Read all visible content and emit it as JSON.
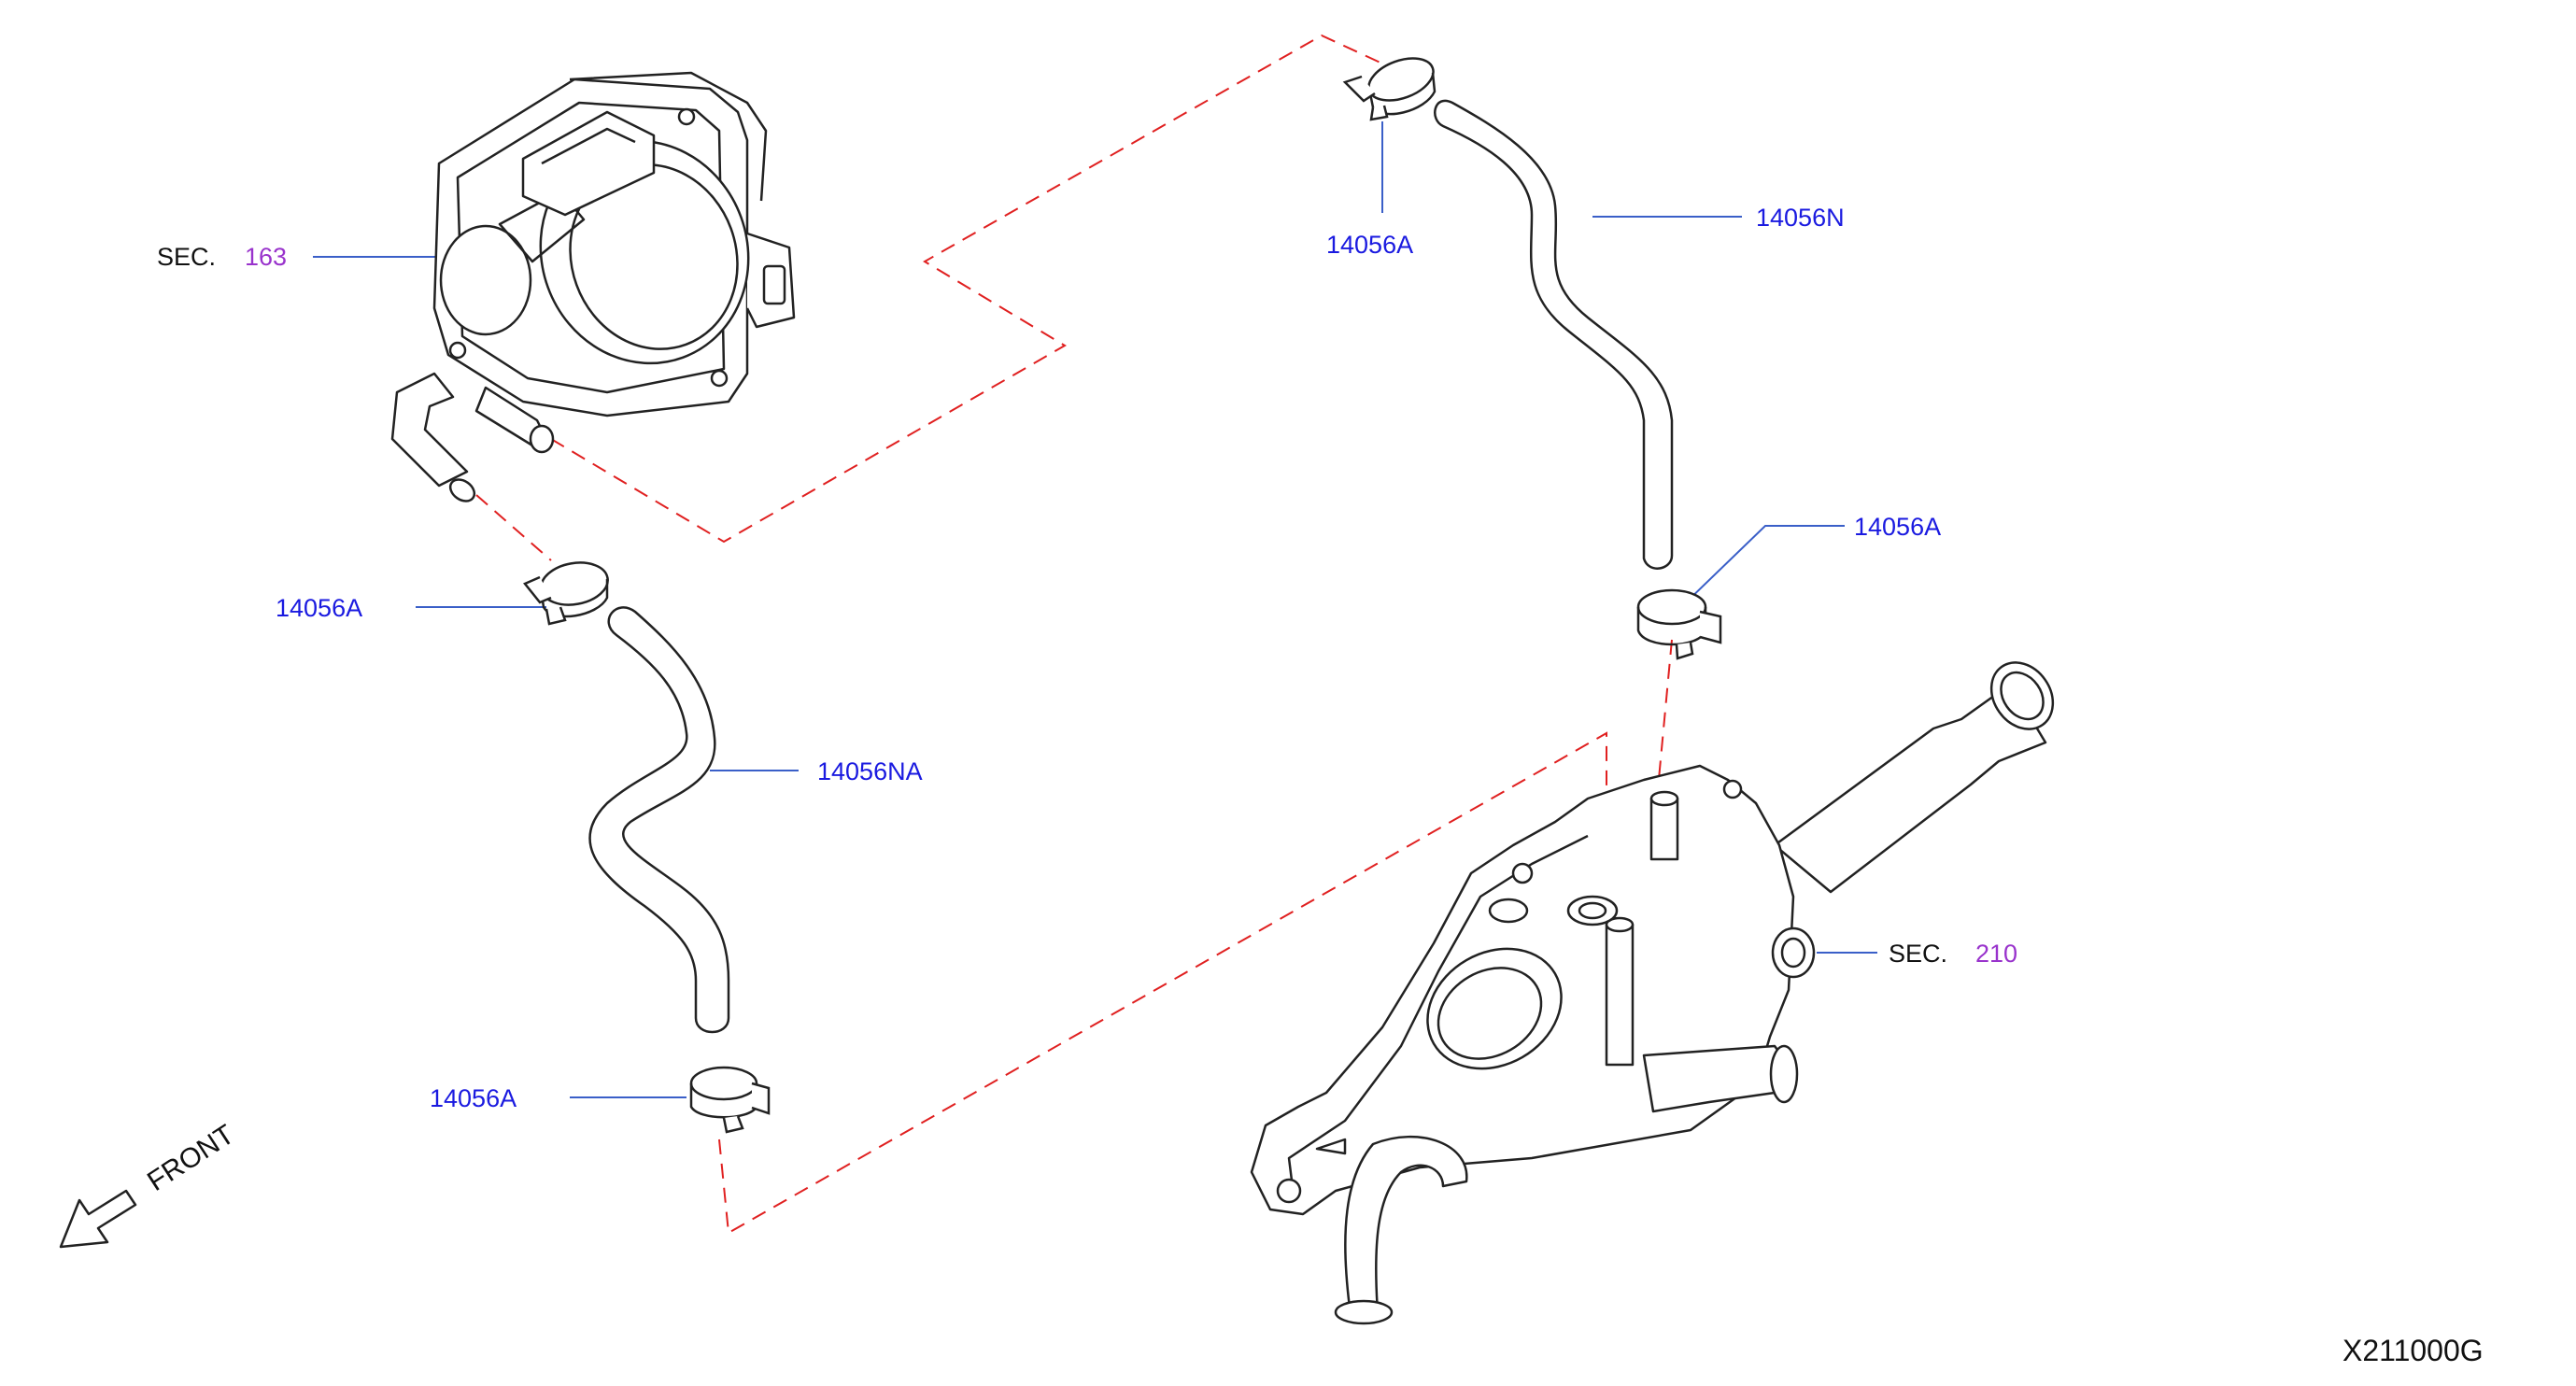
{
  "labels": {
    "sec_163_prefix": "SEC.",
    "sec_163_number": "163",
    "sec_210_prefix": "SEC.",
    "sec_210_number": "210",
    "clamp_top": "14056A",
    "hose_top": "14056N",
    "clamp_right": "14056A",
    "clamp_left_upper": "14056A",
    "hose_left": "14056NA",
    "clamp_left_lower": "14056A",
    "front": "FRONT",
    "diagram_ref": "X211000G"
  },
  "colors": {
    "part_label": "#1a1ae0",
    "section_number": "#9933cc",
    "leader_line": "#3a5fc8",
    "dashed_line": "#e02020",
    "outline": "#222222"
  }
}
